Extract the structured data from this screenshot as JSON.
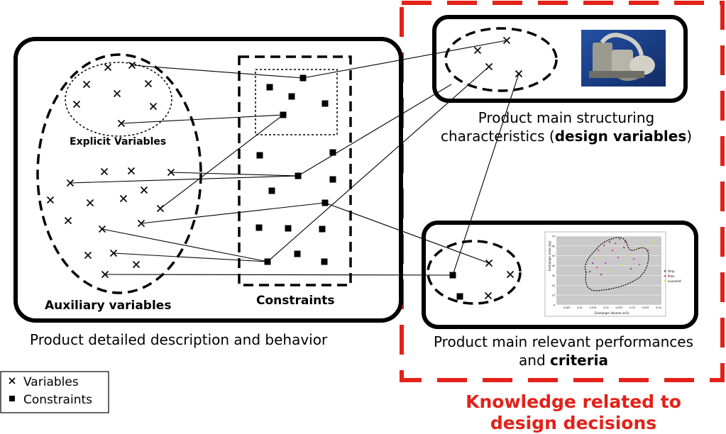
{
  "labels": {
    "explicit_variables": "Explicit Variables",
    "auxiliary_variables": "Auxiliary variables",
    "constraints": "Constraints",
    "detailed_description": "Product detailed description and behavior",
    "structuring_line1": "Product main structuring",
    "structuring_line2_prefix": "characteristics (",
    "structuring_line2_bold": "design variables",
    "structuring_line2_suffix": ")",
    "performances_line1": "Product main relevant performances",
    "performances_line2_prefix": "and ",
    "performances_line2_bold": "criteria",
    "knowledge_line1": "Knowledge related to",
    "knowledge_line2": "design decisions"
  },
  "legend": {
    "variables_label": "Variables",
    "constraints_label": "Constraints"
  },
  "mini_chart": {
    "ylabel": "Exchanger mass (kg)",
    "xlabel": "Exchanger Volume (m3)",
    "x_ticks": [
      "0,005",
      "0,01",
      "0,015",
      "0,02",
      "0,025",
      "0,03",
      "0,035",
      "0,04"
    ],
    "y_ticks": [
      "0",
      "10",
      "20",
      "30",
      "40",
      "50",
      "60",
      "70"
    ],
    "legend": [
      "Strip",
      "Plain",
      "Louvered"
    ]
  },
  "colors": {
    "accent_red": "#e32119",
    "chart_bg": "#c9c9c9",
    "strip_color": "#8a4fa0",
    "plain_color": "#e040c0",
    "louvered_color": "#dcdc40"
  },
  "icons": {
    "variable": "cross-icon",
    "constraint": "square-icon",
    "product": "heat-exchanger-photo"
  }
}
